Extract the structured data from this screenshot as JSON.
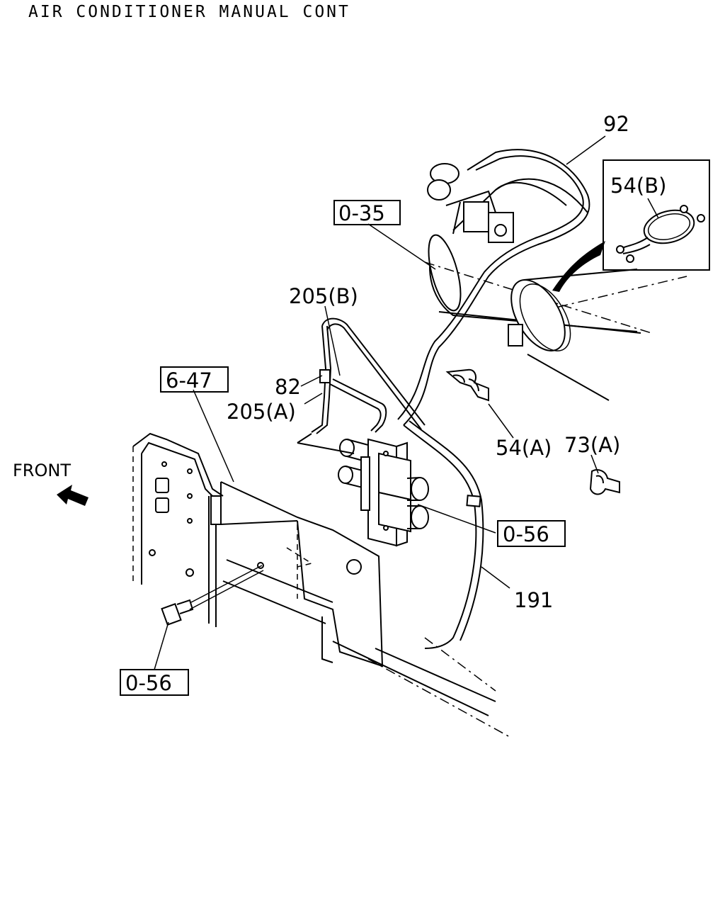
{
  "title": "AIR CONDITIONER MANUAL CONT",
  "front_label": "FRONT",
  "callouts": {
    "p92": "92",
    "p54b": "54(B)",
    "p035": "0-35",
    "p205b": "205(B)",
    "p82": "82",
    "p205a": "205(A)",
    "p647": "6-47",
    "p54a": "54(A)",
    "p73a": "73(A)",
    "p056_right": "0-56",
    "p191": "191",
    "p056_left": "0-56"
  }
}
